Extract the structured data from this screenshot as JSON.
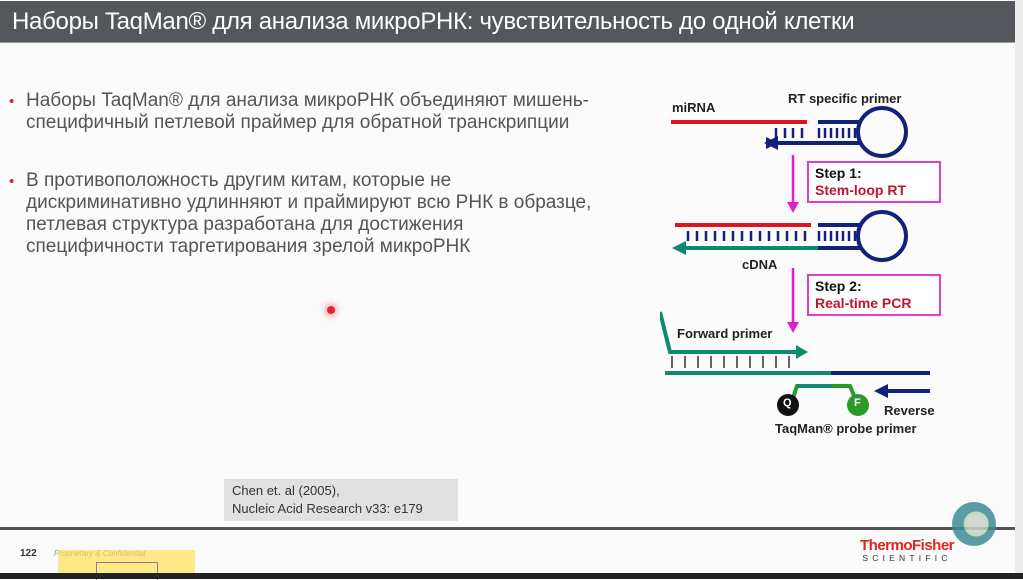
{
  "slide": {
    "title": "Наборы TaqMan® для анализа микроРНК: чувствительность до одной клетки",
    "bullets": [
      {
        "lines": [
          "Наборы TaqMan® для анализа микроРНК объединяют мишень-",
          "специфичный петлевой праймер для обратной транскрипции"
        ]
      },
      {
        "lines": [
          "В противоположность другим китам, которые не",
          "дискриминативно удлинняют и праймируют всю РНК в образце,",
          "петлевая структура разработана для достижения",
          "специфичности  таргетирования зрелой микроРНК"
        ]
      }
    ],
    "bullet_glyph": "•"
  },
  "diagram": {
    "labels": {
      "mirna": "miRNA",
      "rt_primer": "RT specific primer",
      "cdna": "cDNA",
      "forward_primer": "Forward primer",
      "reverse": "Reverse",
      "probe_primer": "TaqMan® probe primer",
      "quencher": "Q",
      "fluor": "F"
    },
    "steps": [
      {
        "number": "Step 1:",
        "name": "Stem-loop RT"
      },
      {
        "number": "Step 2:",
        "name": "Real-time PCR"
      }
    ],
    "colors": {
      "mirna_red": "#e0141e",
      "primer_navy": "#14217a",
      "cdna_teal": "#0e8a6e",
      "probe_green": "#2b9a2b",
      "arrow_magenta": "#e020c8",
      "step_name_red": "#c0142a"
    }
  },
  "citation": {
    "line1": "Chen et. al (2005),",
    "line2": "Nucleic Acid Research v33: e179"
  },
  "footer": {
    "page_number": "122",
    "confidential": "Proprietary & Confidential",
    "logo_brand": "ThermoFisher",
    "logo_sub": "SCIENTIFIC"
  }
}
